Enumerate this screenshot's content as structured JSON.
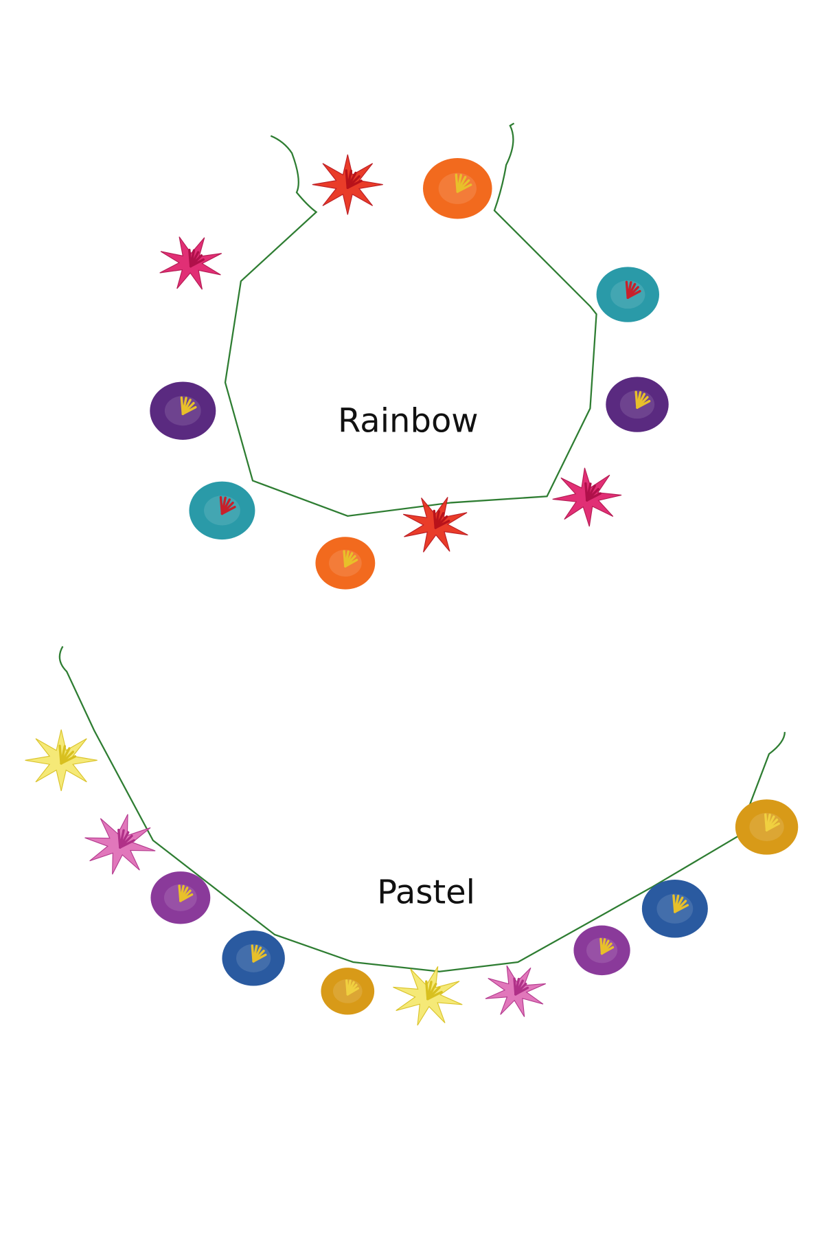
{
  "labels": {
    "rainbow": "Rainbow",
    "pastel": "Pastel"
  },
  "colors": {
    "wire": "#2e7d32",
    "background": "#ffffff",
    "text": "#111111"
  },
  "garlands": {
    "rainbow": {
      "flowers": [
        {
          "shape": "star",
          "petal": "#e8321e",
          "center": "#b8121a"
        },
        {
          "shape": "round",
          "petal": "#f26a1e",
          "center": "#e8c02a"
        },
        {
          "shape": "star",
          "petal": "#e0246e",
          "center": "#b0104a"
        },
        {
          "shape": "round",
          "petal": "#2a9aa8",
          "center": "#c8202a"
        },
        {
          "shape": "round",
          "petal": "#5a2a80",
          "center": "#e8c02a"
        },
        {
          "shape": "round",
          "petal": "#5a2a80",
          "center": "#e8c02a"
        },
        {
          "shape": "round",
          "petal": "#2a9aa8",
          "center": "#c8202a"
        },
        {
          "shape": "star",
          "petal": "#e0246e",
          "center": "#b0104a"
        },
        {
          "shape": "round",
          "petal": "#f26a1e",
          "center": "#e8c02a"
        },
        {
          "shape": "star",
          "petal": "#e8321e",
          "center": "#b8121a"
        }
      ]
    },
    "pastel": {
      "flowers": [
        {
          "shape": "star",
          "petal": "#f5e870",
          "center": "#d8c020"
        },
        {
          "shape": "star",
          "petal": "#e070b8",
          "center": "#b03088"
        },
        {
          "shape": "round",
          "petal": "#8a3a9a",
          "center": "#e8c02a"
        },
        {
          "shape": "round",
          "petal": "#2a5aa0",
          "center": "#e8c02a"
        },
        {
          "shape": "round",
          "petal": "#d89a18",
          "center": "#f0d040"
        },
        {
          "shape": "star",
          "petal": "#f5e870",
          "center": "#d8c020"
        },
        {
          "shape": "star",
          "petal": "#e070b8",
          "center": "#b03088"
        },
        {
          "shape": "round",
          "petal": "#8a3a9a",
          "center": "#e8c02a"
        },
        {
          "shape": "round",
          "petal": "#2a5aa0",
          "center": "#e8c02a"
        },
        {
          "shape": "round",
          "petal": "#d89a18",
          "center": "#f0d040"
        }
      ]
    }
  }
}
